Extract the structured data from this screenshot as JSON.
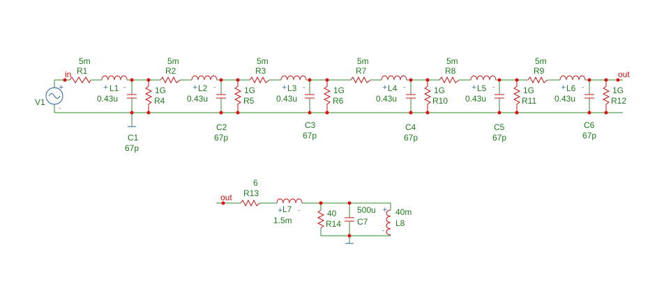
{
  "nets": {
    "in": "in",
    "out": "out",
    "out2": "out"
  },
  "source": {
    "name": "V1",
    "plus": "+",
    "minus": "-"
  },
  "series_resistors": [
    {
      "name": "R1",
      "value": "5m"
    },
    {
      "name": "R2",
      "value": "5m"
    },
    {
      "name": "R3",
      "value": "5m"
    },
    {
      "name": "R7",
      "value": "5m"
    },
    {
      "name": "R8",
      "value": "5m"
    },
    {
      "name": "R9",
      "value": "5m"
    }
  ],
  "inductors": [
    {
      "name": "L1",
      "value": "0.43u"
    },
    {
      "name": "L2",
      "value": "0.43u"
    },
    {
      "name": "L3",
      "value": "0.43u"
    },
    {
      "name": "L4",
      "value": "0.43u"
    },
    {
      "name": "L5",
      "value": "0.43u"
    },
    {
      "name": "L6",
      "value": "0.43u"
    }
  ],
  "shunt_caps": [
    {
      "name": "C1",
      "value": "67p"
    },
    {
      "name": "C2",
      "value": "67p"
    },
    {
      "name": "C3",
      "value": "67p"
    },
    {
      "name": "C4",
      "value": "67p"
    },
    {
      "name": "C5",
      "value": "67p"
    },
    {
      "name": "C6",
      "value": "67p"
    }
  ],
  "shunt_resistors": [
    {
      "name": "R4",
      "value": "1G"
    },
    {
      "name": "R5",
      "value": "1G"
    },
    {
      "name": "R6",
      "value": "1G"
    },
    {
      "name": "R10",
      "value": "1G"
    },
    {
      "name": "R11",
      "value": "1G"
    },
    {
      "name": "R12",
      "value": "1G"
    }
  ],
  "load": {
    "r13": {
      "name": "R13",
      "value": "6"
    },
    "l7": {
      "name": "L7",
      "value": "1.5m"
    },
    "r14": {
      "name": "R14",
      "value": "40"
    },
    "c7": {
      "name": "C7",
      "value": "500u"
    },
    "l8": {
      "name": "L8",
      "value": "40m"
    }
  },
  "colors": {
    "wire": "#2e8b2e",
    "component": "#c81010",
    "label": "#1c7a1c",
    "node": "#e01010"
  }
}
